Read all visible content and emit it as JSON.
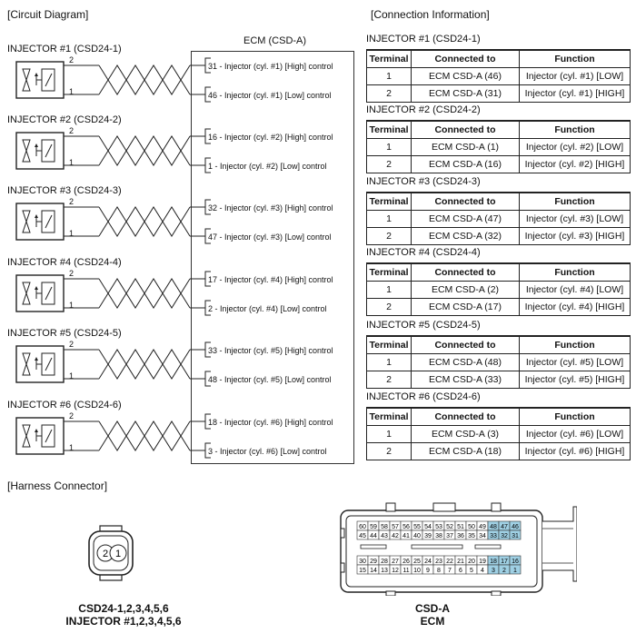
{
  "circuit_title": "[Circuit Diagram]",
  "connection_title": "[Connection Information]",
  "harness_title": "[Harness Connector]",
  "ecm_title": "ECM (CSD-A)",
  "injectors": [
    {
      "label": "INJECTOR #1 (CSD24-1)",
      "pin_high": "2",
      "pin_low": "1",
      "high": "31 - Injector (cyl. #1) [High] control",
      "low": "46 - Injector (cyl. #1) [Low] control"
    },
    {
      "label": "INJECTOR #2 (CSD24-2)",
      "pin_high": "2",
      "pin_low": "1",
      "high": "16 - Injector (cyl. #2) [High] control",
      "low": "1 - Injector (cyl. #2) [Low] control"
    },
    {
      "label": "INJECTOR #3 (CSD24-3)",
      "pin_high": "2",
      "pin_low": "1",
      "high": "32 - Injector (cyl. #3) [High] control",
      "low": "47 - Injector (cyl. #3) [Low] control"
    },
    {
      "label": "INJECTOR #4 (CSD24-4)",
      "pin_high": "2",
      "pin_low": "1",
      "high": "17 - Injector (cyl. #4) [High] control",
      "low": "2 - Injector (cyl. #4) [Low] control"
    },
    {
      "label": "INJECTOR #5 (CSD24-5)",
      "pin_high": "2",
      "pin_low": "1",
      "high": "33 - Injector (cyl. #5) [High] control",
      "low": "48 - Injector (cyl. #5) [Low] control"
    },
    {
      "label": "INJECTOR #6 (CSD24-6)",
      "pin_high": "2",
      "pin_low": "1",
      "high": "18 - Injector (cyl. #6) [High] control",
      "low": "3 - Injector (cyl. #6) [Low] control"
    }
  ],
  "table_headers": [
    "Terminal",
    "Connected to",
    "Function"
  ],
  "tables": [
    {
      "title": "INJECTOR #1 (CSD24-1)",
      "rows": [
        [
          "1",
          "ECM CSD-A (46)",
          "Injector (cyl. #1) [LOW]"
        ],
        [
          "2",
          "ECM CSD-A (31)",
          "Injector (cyl. #1) [HIGH]"
        ]
      ]
    },
    {
      "title": "INJECTOR #2 (CSD24-2)",
      "rows": [
        [
          "1",
          "ECM CSD-A (1)",
          "Injector (cyl. #2) [LOW]"
        ],
        [
          "2",
          "ECM CSD-A (16)",
          "Injector (cyl. #2) [HIGH]"
        ]
      ]
    },
    {
      "title": "INJECTOR #3 (CSD24-3)",
      "rows": [
        [
          "1",
          "ECM CSD-A (47)",
          "Injector (cyl. #3) [LOW]"
        ],
        [
          "2",
          "ECM CSD-A (32)",
          "Injector (cyl. #3) [HIGH]"
        ]
      ]
    },
    {
      "title": "INJECTOR #4 (CSD24-4)",
      "rows": [
        [
          "1",
          "ECM CSD-A (2)",
          "Injector (cyl. #4) [LOW]"
        ],
        [
          "2",
          "ECM CSD-A (17)",
          "Injector (cyl. #4) [HIGH]"
        ]
      ]
    },
    {
      "title": "INJECTOR #5 (CSD24-5)",
      "rows": [
        [
          "1",
          "ECM CSD-A (48)",
          "Injector (cyl. #5) [LOW]"
        ],
        [
          "2",
          "ECM CSD-A (33)",
          "Injector (cyl. #5) [HIGH]"
        ]
      ]
    },
    {
      "title": "INJECTOR #6 (CSD24-6)",
      "rows": [
        [
          "1",
          "ECM CSD-A (3)",
          "Injector (cyl. #6) [LOW]"
        ],
        [
          "2",
          "ECM CSD-A (18)",
          "Injector (cyl. #6) [HIGH]"
        ]
      ]
    }
  ],
  "csd24_connector": {
    "pins": [
      "2",
      "1"
    ],
    "caption_line1": "CSD24-1,2,3,4,5,6",
    "caption_line2": "INJECTOR #1,2,3,4,5,6"
  },
  "csd_a_connector": {
    "caption_line1": "CSD-A",
    "caption_line2": "ECM",
    "row1": [
      "60",
      "59",
      "58",
      "57",
      "56",
      "55",
      "54",
      "53",
      "52",
      "51",
      "50",
      "49",
      "48",
      "47",
      "46"
    ],
    "row2": [
      "45",
      "44",
      "43",
      "42",
      "41",
      "40",
      "39",
      "38",
      "37",
      "36",
      "35",
      "34",
      "33",
      "32",
      "31"
    ],
    "row3": [
      "30",
      "29",
      "28",
      "27",
      "26",
      "25",
      "24",
      "23",
      "22",
      "21",
      "20",
      "19",
      "18",
      "17",
      "16"
    ],
    "row4": [
      "15",
      "14",
      "13",
      "12",
      "11",
      "10",
      "9",
      "8",
      "7",
      "6",
      "5",
      "4",
      "3",
      "2",
      "1"
    ],
    "highlighted": [
      "48",
      "47",
      "46",
      "33",
      "32",
      "31",
      "18",
      "17",
      "16",
      "3",
      "2",
      "1"
    ],
    "highlight_color": "#9fd0e4"
  }
}
